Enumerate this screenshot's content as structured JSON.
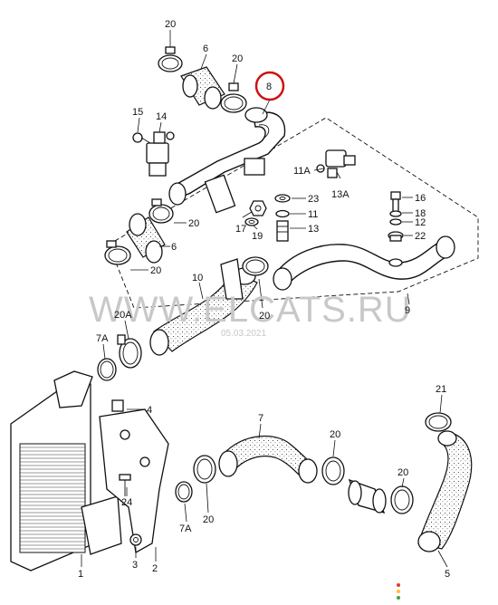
{
  "watermark": {
    "text": "WWW.ELCATS.RU",
    "date": "05.03.2021"
  },
  "highlight_color": "#cc1111",
  "indicator_colors": [
    "#e53935",
    "#fbc02d",
    "#43a047"
  ],
  "labels": {
    "l20a": "20",
    "l6a": "6",
    "l20b": "20",
    "l8": "8",
    "l15": "15",
    "l14": "14",
    "l11A": "11A",
    "l13A": "13A",
    "l23": "23",
    "l11": "11",
    "l13": "13",
    "l16": "16",
    "l18": "18",
    "l12": "12",
    "l22": "22",
    "l17": "17",
    "l19": "19",
    "l20c": "20",
    "l6b": "6",
    "l20d": "20",
    "l10": "10",
    "l20e": "20",
    "l9": "9",
    "l20A": "20A",
    "l7A": "7A",
    "l4": "4",
    "l7": "7",
    "l21": "21",
    "l20f": "20",
    "l20g": "20",
    "l24": "24",
    "l7Ab": "7A",
    "l20h": "20",
    "l3": "3",
    "l2": "2",
    "l1": "1",
    "l5": "5"
  }
}
